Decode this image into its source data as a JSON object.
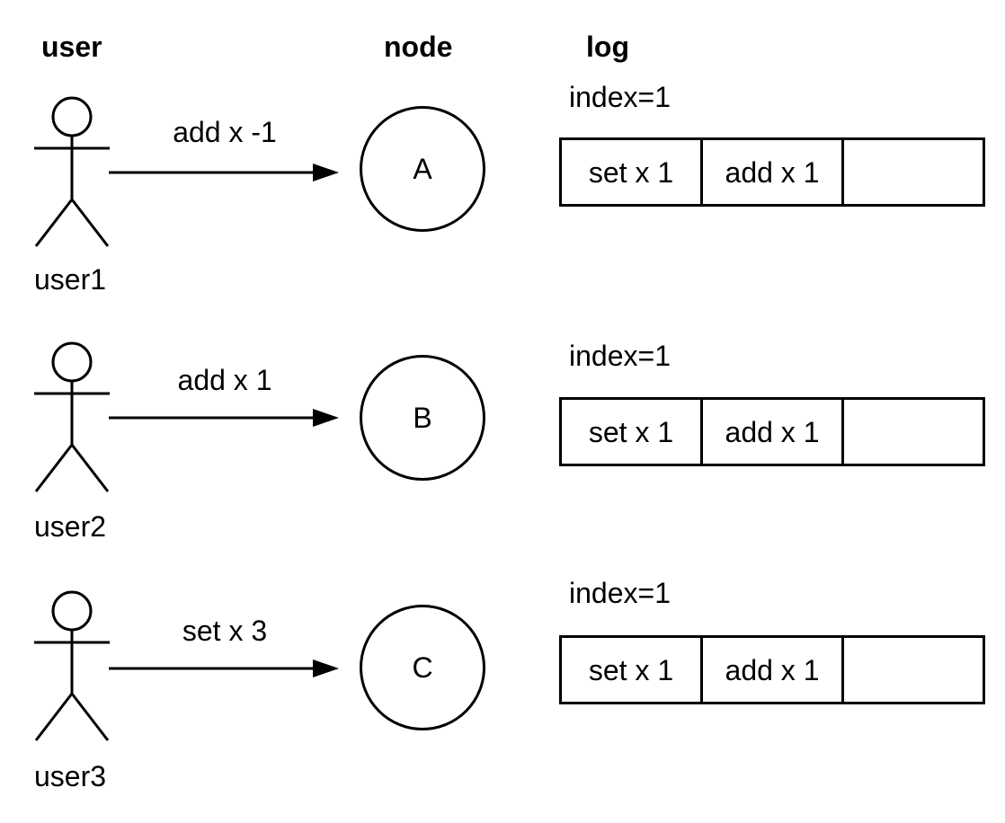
{
  "diagram": {
    "columns": [
      {
        "id": "user",
        "label": "user"
      },
      {
        "id": "node",
        "label": "node"
      },
      {
        "id": "log",
        "label": "log"
      }
    ],
    "rows": [
      {
        "user": "user1",
        "message": "add x -1",
        "node": "A",
        "log": {
          "index_label": "index=1",
          "cells": [
            "set x 1",
            "add x 1",
            ""
          ]
        }
      },
      {
        "user": "user2",
        "message": "add x 1",
        "node": "B",
        "log": {
          "index_label": "index=1",
          "cells": [
            "set x 1",
            "add x 1",
            ""
          ]
        }
      },
      {
        "user": "user3",
        "message": "set x 3",
        "node": "C",
        "log": {
          "index_label": "index=1",
          "cells": [
            "set x 1",
            "add x 1",
            ""
          ]
        }
      }
    ],
    "colors": {
      "stroke": "#000000",
      "background": "#ffffff"
    }
  }
}
